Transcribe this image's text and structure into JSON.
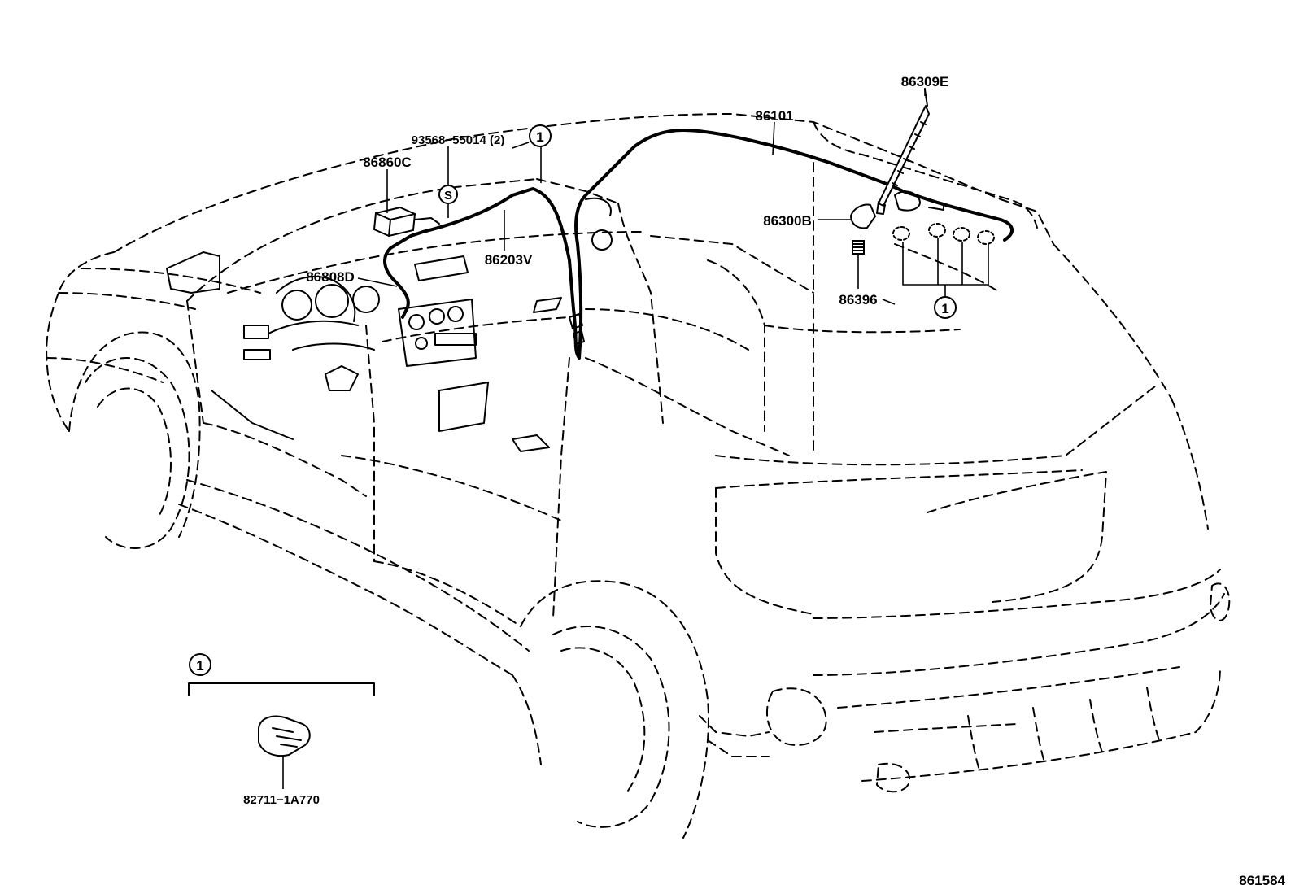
{
  "diagram_id": "861584",
  "parts": {
    "p86309E": "86309E",
    "p86101": "86101",
    "p93568": "93568−55014 (2)",
    "p86860C": "86860C",
    "p86300B": "86300B",
    "p86203V": "86203V",
    "p86808D": "86808D",
    "p86396": "86396",
    "p82711": "82711−1A770"
  },
  "markers": {
    "ref1": "1",
    "screw": "S"
  }
}
